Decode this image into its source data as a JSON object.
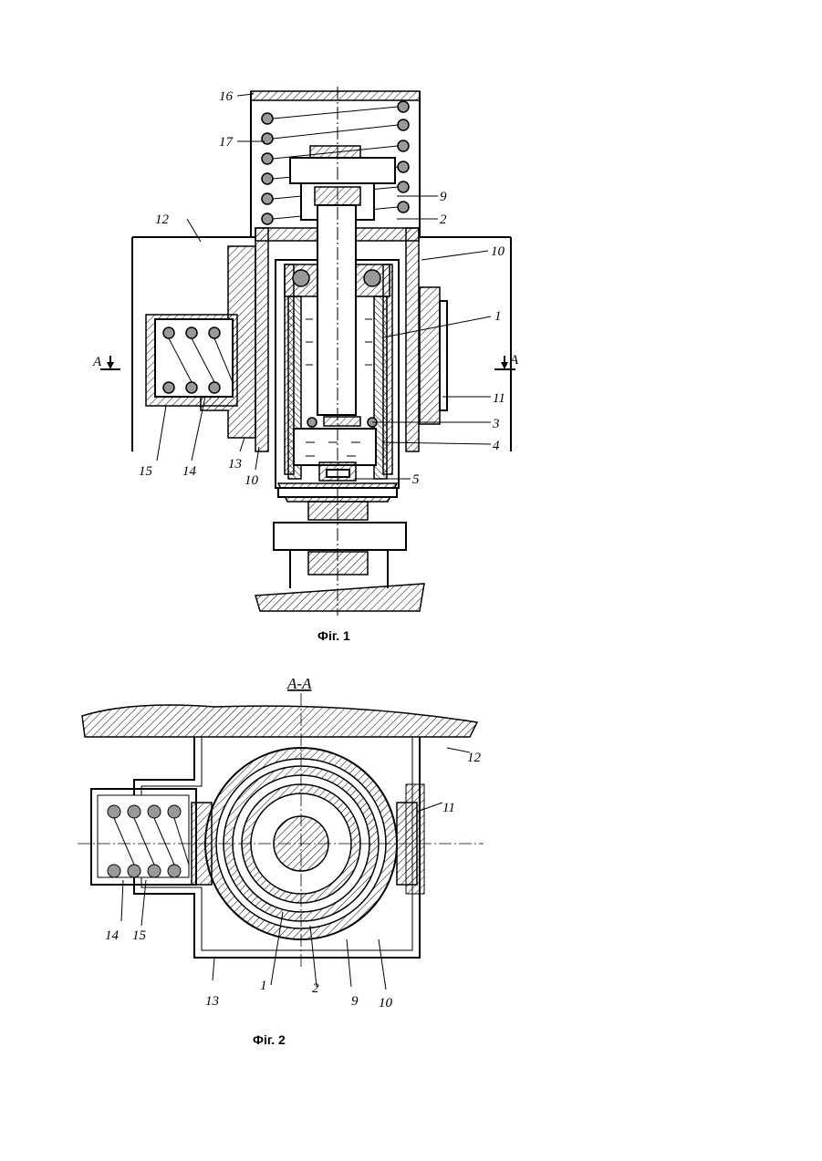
{
  "figure1": {
    "caption": "Фіг. 1",
    "section_marker_left": "A",
    "section_marker_right": "A",
    "labels": {
      "l16": "16",
      "l17": "17",
      "l9": "9",
      "l2": "2",
      "l12": "12",
      "l10_right": "10",
      "l1": "1",
      "l11": "11",
      "l3": "3",
      "l4": "4",
      "l5": "5",
      "l15": "15",
      "l14": "14",
      "l13": "13",
      "l10_bottom": "10"
    }
  },
  "figure2": {
    "caption": "Фіг. 2",
    "section_title": "A-A",
    "labels": {
      "l12": "12",
      "l11": "11",
      "l14": "14",
      "l15": "15",
      "l13": "13",
      "l1": "1",
      "l2": "2",
      "l9": "9",
      "l10": "10"
    }
  }
}
